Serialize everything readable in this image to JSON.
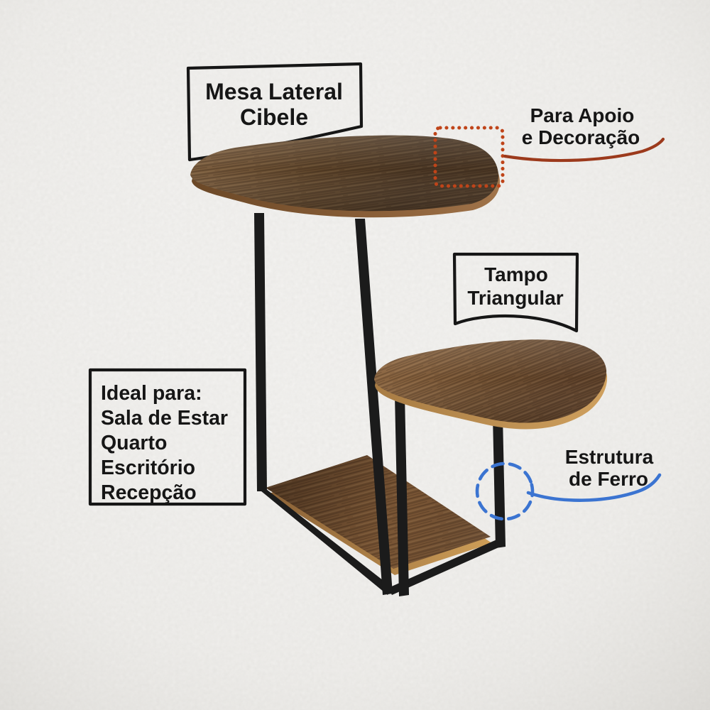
{
  "title_box": {
    "line1": "Mesa Lateral",
    "line2": "Cibele"
  },
  "callout_apoio": {
    "line1": "Para Apoio",
    "line2": "e Decoração"
  },
  "callout_tampo": {
    "line1": "Tampo",
    "line2": "Triangular"
  },
  "callout_estrutura": {
    "line1": "Estrutura",
    "line2": "de Ferro"
  },
  "ideal_box": {
    "title": "Ideal para:",
    "items": [
      "Sala de Estar",
      "Quarto",
      "Escritório",
      "Recepção"
    ]
  },
  "colors": {
    "accent_red_dots": "#bf4419",
    "accent_red_line": "#9c3a1c",
    "accent_blue": "#3b74d1",
    "metal": "#1b1b1b",
    "wood_dark": "#5c4329",
    "wood_light": "#8d6742",
    "wood_edge_tan": "#cf9f58",
    "background": "#f6f5f3",
    "text": "#161616"
  }
}
